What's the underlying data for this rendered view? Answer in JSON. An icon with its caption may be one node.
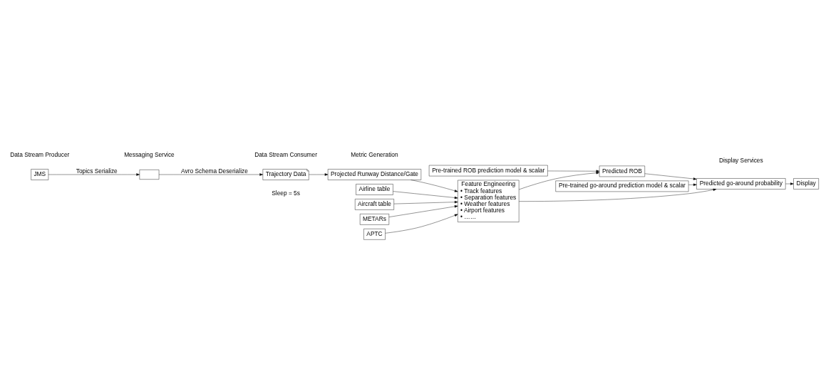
{
  "diagram": {
    "nodes": [
      {
        "text": [
          "JMS"
        ]
      },
      {
        "text": [],
        "shape": "box"
      },
      {
        "text": [
          "Trajectory Data"
        ],
        "beside": [
          "Sleep = 5s"
        ]
      },
      {
        "text": [
          "Projected Runway Distance/Gate"
        ]
      },
      {
        "text": [
          "Feature Engineering",
          "• Track features",
          "• Separation features",
          "• Weather features",
          "• Airport features",
          "• ……"
        ]
      },
      {
        "text": [
          "Airline table"
        ]
      },
      {
        "text": [
          "Aircraft table"
        ]
      },
      {
        "text": [
          "METARs"
        ]
      },
      {
        "text": [
          "APTC"
        ]
      },
      {
        "text": [
          "Pre-trained go-around prediction model & scalar"
        ]
      },
      {
        "text": [
          "Predicted go-around probability"
        ]
      },
      {
        "text": [
          "Display"
        ]
      },
      {
        "text": [
          "Pre-trained ROB prediction model & scalar"
        ]
      },
      {
        "text": [
          "Predicted ROB"
        ]
      }
    ],
    "edges": [
      {
        "from": 0,
        "to": 1,
        "arrow": "to",
        "label": "Topics Serialize"
      },
      {
        "from": 1,
        "to": 2,
        "arrow": "to",
        "label": "Avro Schema Deserialize"
      },
      {
        "from": 2,
        "to": 3,
        "arrow": "to"
      },
      {
        "from": 3,
        "to": 4,
        "arrow": "to"
      },
      {
        "from": 5,
        "to": 4,
        "arrow": "to"
      },
      {
        "from": 6,
        "to": 4,
        "arrow": "to"
      },
      {
        "from": 7,
        "to": 4,
        "arrow": "to"
      },
      {
        "from": 8,
        "to": 4,
        "arrow": "to"
      },
      {
        "from": 9,
        "to": 10,
        "arrow": "to"
      },
      {
        "from": 4,
        "to": 10,
        "arrow": "to"
      },
      {
        "from": 4,
        "to": 13,
        "arrow": "to"
      },
      {
        "from": 12,
        "to": 13,
        "arrow": "to"
      },
      {
        "from": 13,
        "to": 10,
        "arrow": "to"
      },
      {
        "from": 10,
        "to": 11,
        "arrow": "to"
      }
    ],
    "labels": [
      "Data Stream Producer",
      "Messaging Service",
      "Data Stream Consumer",
      "Metric Generation",
      "Display Services"
    ]
  }
}
